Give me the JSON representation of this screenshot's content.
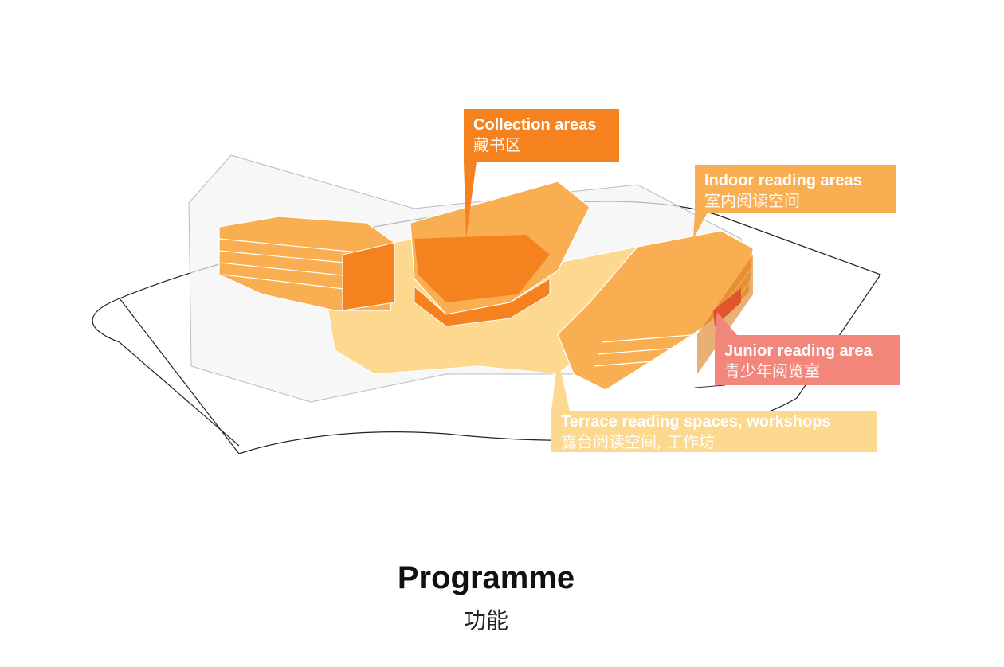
{
  "colors": {
    "collection": "#f5821f",
    "indoor": "#f9ae52",
    "junior": "#f2867a",
    "terrace": "#fdd88f"
  },
  "labels": {
    "collection": {
      "en": "Collection areas",
      "zh": "藏书区"
    },
    "indoor": {
      "en": "Indoor reading areas",
      "zh": "室内阅读空间"
    },
    "junior": {
      "en": "Junior reading area",
      "zh": "青少年阅览室"
    },
    "terrace": {
      "en": "Terrace reading spaces, workshops",
      "zh": "露台阅读空间, 工作坊"
    }
  },
  "title": {
    "en": "Programme",
    "zh": "功能"
  }
}
